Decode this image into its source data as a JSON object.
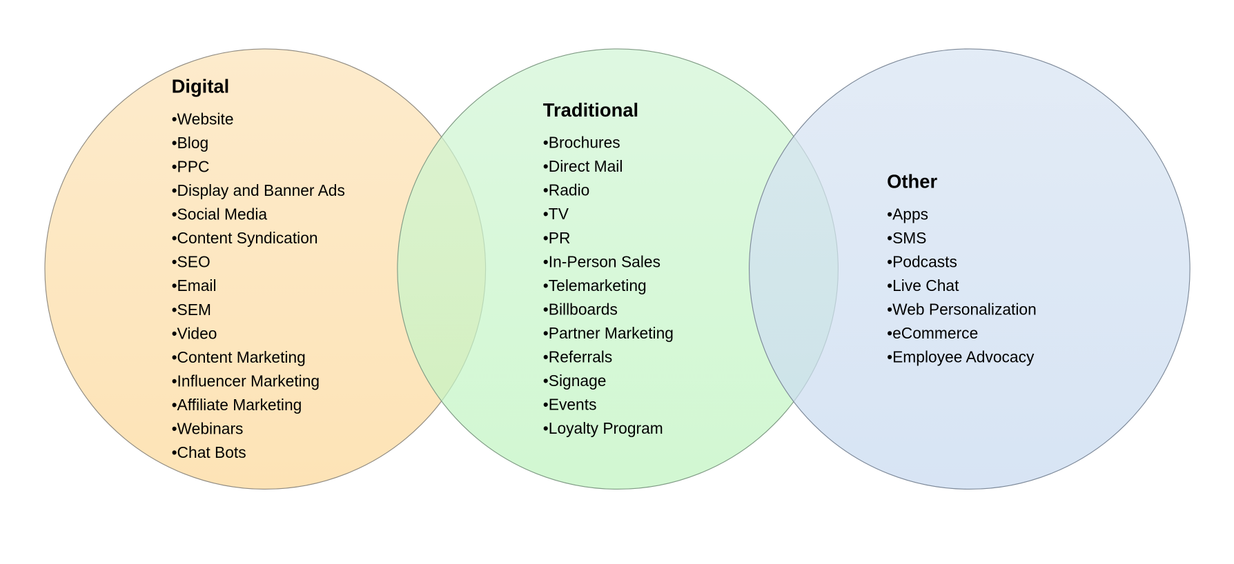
{
  "circles": [
    {
      "title": "Digital",
      "color": "#fde7bf",
      "items": [
        "•Website",
        "•Blog",
        "•PPC",
        "•Display and Banner Ads",
        "•Social Media",
        "•Content Syndication",
        "•SEO",
        "•Email",
        "•SEM",
        "•Video",
        "•Content Marketing",
        "•Influencer Marketing",
        "•Affiliate Marketing",
        "•Webinars",
        "•Chat Bots"
      ]
    },
    {
      "title": "Traditional",
      "color": "#c8f4c8",
      "items": [
        "•Brochures",
        "•Direct Mail",
        "•Radio",
        "•TV",
        "•PR",
        "•In-Person Sales",
        "•Telemarketing",
        "•Billboards",
        "•Partner Marketing",
        "•Referrals",
        "•Signage",
        "•Events",
        "•Loyalty Program"
      ]
    },
    {
      "title": "Other",
      "color": "#d0dff1",
      "items": [
        "•Apps",
        "•SMS",
        "•Podcasts",
        "•Live Chat",
        "•Web Personalization",
        "•eCommerce",
        "•Employee Advocacy"
      ]
    }
  ]
}
